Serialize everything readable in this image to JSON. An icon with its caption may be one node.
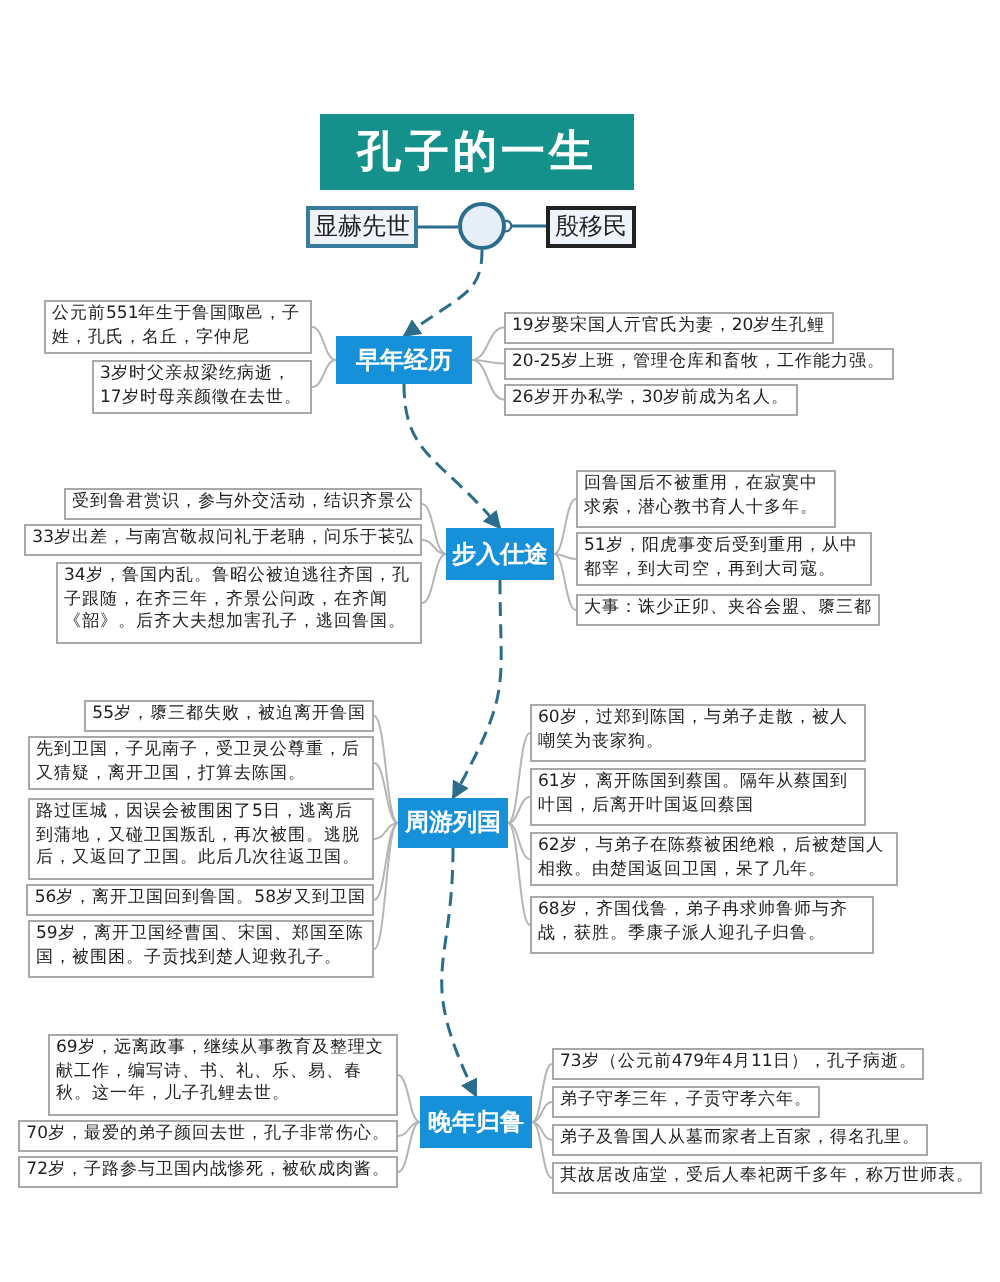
{
  "diagram": {
    "title": "孔子的一生",
    "nodes": [
      {
        "text": [
          "显赫先世"
        ]
      },
      {
        "text": [],
        "shape": "circle"
      },
      {
        "text": [
          "殷移民"
        ]
      },
      {
        "text": [
          "早年经历"
        ]
      },
      {
        "text": [
          "公元前551年生于鲁国陬邑，子姓，孔氏，名丘，字仲尼"
        ]
      },
      {
        "text": [
          "3岁时父亲叔梁纥病逝，17岁时母亲颜徵在去世。"
        ]
      },
      {
        "text": [
          "19岁娶宋国人亓官氏为妻，20岁生孔鲤"
        ]
      },
      {
        "text": [
          "20-25岁上班，管理仓库和畜牧，工作能力强。"
        ]
      },
      {
        "text": [
          "26岁开办私学，30岁前成为名人。"
        ]
      },
      {
        "text": [
          "步入仕途"
        ]
      },
      {
        "text": [
          "受到鲁君赏识，参与外交活动，结识齐景公"
        ]
      },
      {
        "text": [
          "33岁出差，与南宫敬叔问礼于老聃，问乐于苌弘"
        ]
      },
      {
        "text": [
          "34岁，鲁国内乱。鲁昭公被迫逃往齐国，孔子跟随，在齐三年，齐景公问政，在齐闻《韶》。后齐大夫想加害孔子，逃回鲁国。"
        ]
      },
      {
        "text": [
          "回鲁国后不被重用，在寂寞中求索，潜心教书育人十多年。"
        ]
      },
      {
        "text": [
          "51岁，阳虎事变后受到重用，从中都宰，到大司空，再到大司寇。"
        ]
      },
      {
        "text": [
          "大事：诛少正卯、夹谷会盟、隳三都"
        ]
      },
      {
        "text": [
          "周游列国"
        ]
      },
      {
        "text": [
          "55岁，隳三都失败，被迫离开鲁国"
        ]
      },
      {
        "text": [
          "先到卫国，子见南子，受卫灵公尊重，后又猜疑，离开卫国，打算去陈国。"
        ]
      },
      {
        "text": [
          "路过匡城，因误会被围困了5日，逃离后到蒲地，又碰卫国叛乱，再次被围。逃脱后，又返回了卫国。此后几次往返卫国。"
        ]
      },
      {
        "text": [
          "56岁，离开卫国回到鲁国。58岁又到卫国"
        ]
      },
      {
        "text": [
          "59岁，离开卫国经曹国、宋国、郑国至陈国，被围困。子贡找到楚人迎救孔子。"
        ]
      },
      {
        "text": [
          "60岁，过郑到陈国，与弟子走散，被人嘲笑为丧家狗。"
        ]
      },
      {
        "text": [
          "61岁，离开陈国到蔡国。隔年从蔡国到叶国，后离开叶国返回蔡国"
        ]
      },
      {
        "text": [
          "62岁，与弟子在陈蔡被困绝粮，后被楚国人相救。由楚国返回卫国，呆了几年。"
        ]
      },
      {
        "text": [
          "68岁，齐国伐鲁，弟子冉求帅鲁师与齐战，获胜。季康子派人迎孔子归鲁。"
        ]
      },
      {
        "text": [
          "晚年归鲁"
        ]
      },
      {
        "text": [
          "69岁，远离政事，继续从事教育及整理文献工作，编写诗、书、礼、乐、易、春秋。这一年，儿子孔鲤去世。"
        ]
      },
      {
        "text": [
          "70岁，最爱的弟子颜回去世，孔子非常伤心。"
        ]
      },
      {
        "text": [
          "72岁，子路参与卫国内战惨死，被砍成肉酱。"
        ]
      },
      {
        "text": [
          "73岁（公元前479年4月11日），孔子病逝。"
        ]
      },
      {
        "text": [
          "弟子守孝三年，子贡守孝六年。"
        ]
      },
      {
        "text": [
          "弟子及鲁国人从墓而家者上百家，得名孔里。"
        ]
      },
      {
        "text": [
          "其故居改庙堂，受后人奉祀两千多年，称万世师表。"
        ]
      }
    ],
    "edges": [
      {
        "from": 0,
        "to": 1,
        "arrow": "none",
        "color": "#2b6d8c"
      },
      {
        "from": 1,
        "to": 2,
        "arrow": "other",
        "color": "#2b6d8c"
      },
      {
        "from": 1,
        "to": 3,
        "arrow": "to",
        "style": "dashed",
        "color": "#2b6d8c"
      },
      {
        "from": 3,
        "to": 4,
        "arrow": "none"
      },
      {
        "from": 3,
        "to": 5,
        "arrow": "none"
      },
      {
        "from": 3,
        "to": 6,
        "arrow": "none"
      },
      {
        "from": 3,
        "to": 7,
        "arrow": "none"
      },
      {
        "from": 3,
        "to": 8,
        "arrow": "none"
      },
      {
        "from": 3,
        "to": 9,
        "arrow": "to",
        "style": "dashed",
        "color": "#2b6d8c"
      },
      {
        "from": 9,
        "to": 10,
        "arrow": "none"
      },
      {
        "from": 9,
        "to": 11,
        "arrow": "none"
      },
      {
        "from": 9,
        "to": 12,
        "arrow": "none"
      },
      {
        "from": 9,
        "to": 13,
        "arrow": "none"
      },
      {
        "from": 9,
        "to": 14,
        "arrow": "none"
      },
      {
        "from": 9,
        "to": 15,
        "arrow": "none"
      },
      {
        "from": 9,
        "to": 16,
        "arrow": "to",
        "style": "dashed",
        "color": "#2b6d8c"
      },
      {
        "from": 16,
        "to": 17,
        "arrow": "none"
      },
      {
        "from": 16,
        "to": 18,
        "arrow": "none"
      },
      {
        "from": 16,
        "to": 19,
        "arrow": "none"
      },
      {
        "from": 16,
        "to": 20,
        "arrow": "none"
      },
      {
        "from": 16,
        "to": 21,
        "arrow": "none"
      },
      {
        "from": 16,
        "to": 22,
        "arrow": "none"
      },
      {
        "from": 16,
        "to": 23,
        "arrow": "none"
      },
      {
        "from": 16,
        "to": 24,
        "arrow": "none"
      },
      {
        "from": 16,
        "to": 25,
        "arrow": "none"
      },
      {
        "from": 16,
        "to": 26,
        "arrow": "to",
        "style": "dashed",
        "color": "#2b6d8c"
      },
      {
        "from": 26,
        "to": 27,
        "arrow": "none"
      },
      {
        "from": 26,
        "to": 28,
        "arrow": "none"
      },
      {
        "from": 26,
        "to": 29,
        "arrow": "none"
      },
      {
        "from": 26,
        "to": 30,
        "arrow": "none"
      },
      {
        "from": 26,
        "to": 31,
        "arrow": "none"
      },
      {
        "from": 26,
        "to": 32,
        "arrow": "none"
      },
      {
        "from": 26,
        "to": 33,
        "arrow": "none"
      }
    ]
  }
}
